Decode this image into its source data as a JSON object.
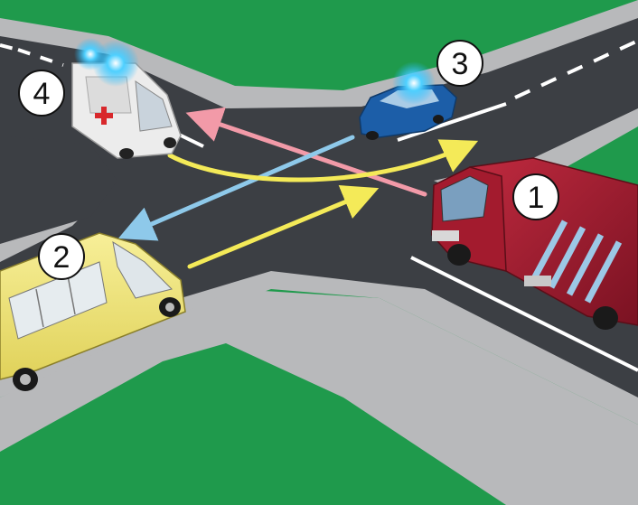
{
  "scene": {
    "colors": {
      "grass": "#1f9a4c",
      "road": "#3c3f44",
      "sidewalk": "#b8b9bb",
      "lane_marking": "#ffffff",
      "flasher": "#1fb8ff",
      "arrow_pink": "#f29aa8",
      "arrow_blue": "#8ec9ea",
      "arrow_yellow": "#f4ea58"
    },
    "vehicles": [
      {
        "number": "1",
        "type": "truck",
        "color": "#a31b2e",
        "flasher": false
      },
      {
        "number": "2",
        "type": "minibus",
        "color": "#f2e67a",
        "flasher": false
      },
      {
        "number": "3",
        "type": "car",
        "color": "#1c5ea8",
        "flasher": true
      },
      {
        "number": "4",
        "type": "ambulance",
        "color": "#ececec",
        "flasher": true
      }
    ],
    "arrows": [
      {
        "color": "pink",
        "from_vehicle": "1",
        "direction": "straight"
      },
      {
        "color": "blue",
        "from_vehicle": "3",
        "direction": "straight"
      },
      {
        "color": "yellow",
        "from_vehicle": "2",
        "direction": "straight"
      },
      {
        "color": "yellow",
        "from_vehicle": "4",
        "direction": "left-turn"
      }
    ]
  }
}
